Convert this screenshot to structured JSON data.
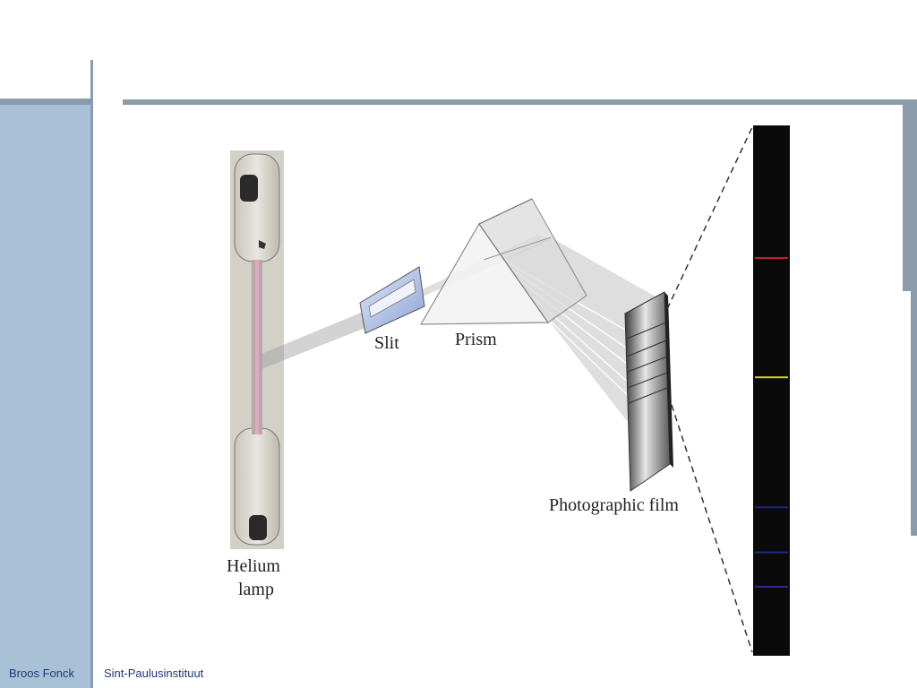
{
  "footer": {
    "author": "Broos Fonck",
    "school": "Sint-Paulusinstituut"
  },
  "diagram": {
    "labels": {
      "lamp_line1": "Helium",
      "lamp_line2": "lamp",
      "slit": "Slit",
      "prism": "Prism",
      "film": "Photographic film"
    },
    "spectrum_lines": [
      {
        "color": "#c0202c",
        "position": 0.25
      },
      {
        "color": "#d9d21a",
        "position": 0.475
      },
      {
        "color": "#1a2a7a",
        "position": 0.72
      },
      {
        "color": "#1a2a8a",
        "position": 0.805
      },
      {
        "color": "#2a2a9a",
        "position": 0.87
      }
    ],
    "colors": {
      "sidebar": "#a9c1d7",
      "rule": "#8a9bab",
      "footer_text": "#1a3a78"
    }
  }
}
